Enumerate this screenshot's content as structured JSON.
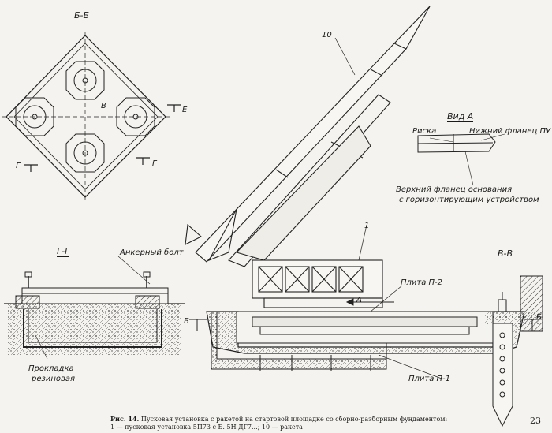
{
  "sections": {
    "be": "Б-Б",
    "gg": "Г-Г",
    "vv": "В-В",
    "vid_a": "Вид А"
  },
  "labels": {
    "num_10": "10",
    "num_1": "1",
    "v": "В",
    "g_left": "Г",
    "g_right": "Г",
    "b_left": "Б",
    "b_right": "Б",
    "e_mark": "Е",
    "a_arrow": "А",
    "anchor_bolt": "Анкерный болт",
    "rubber_gasket_line1": "Прокладка",
    "rubber_gasket_line2": "резиновая",
    "plate_p2": "Плита П-2",
    "plate_p1": "Плита П-1",
    "riska": "Риска",
    "lower_flange": "Нижний фланец ПУ",
    "upper_flange_line1": "Верхний фланец основания",
    "upper_flange_line2": "с горизонтирующим устройством"
  },
  "caption": {
    "fig": "Рис. 14.",
    "text": "Пусковая установка с ракетой на стартовой площадке со сборно-разборным фундаментом:",
    "legend": "1 — пусковая установка 5П73 с Б. 5Н ДГ7...; 10 — ракета"
  },
  "page_number": "23"
}
